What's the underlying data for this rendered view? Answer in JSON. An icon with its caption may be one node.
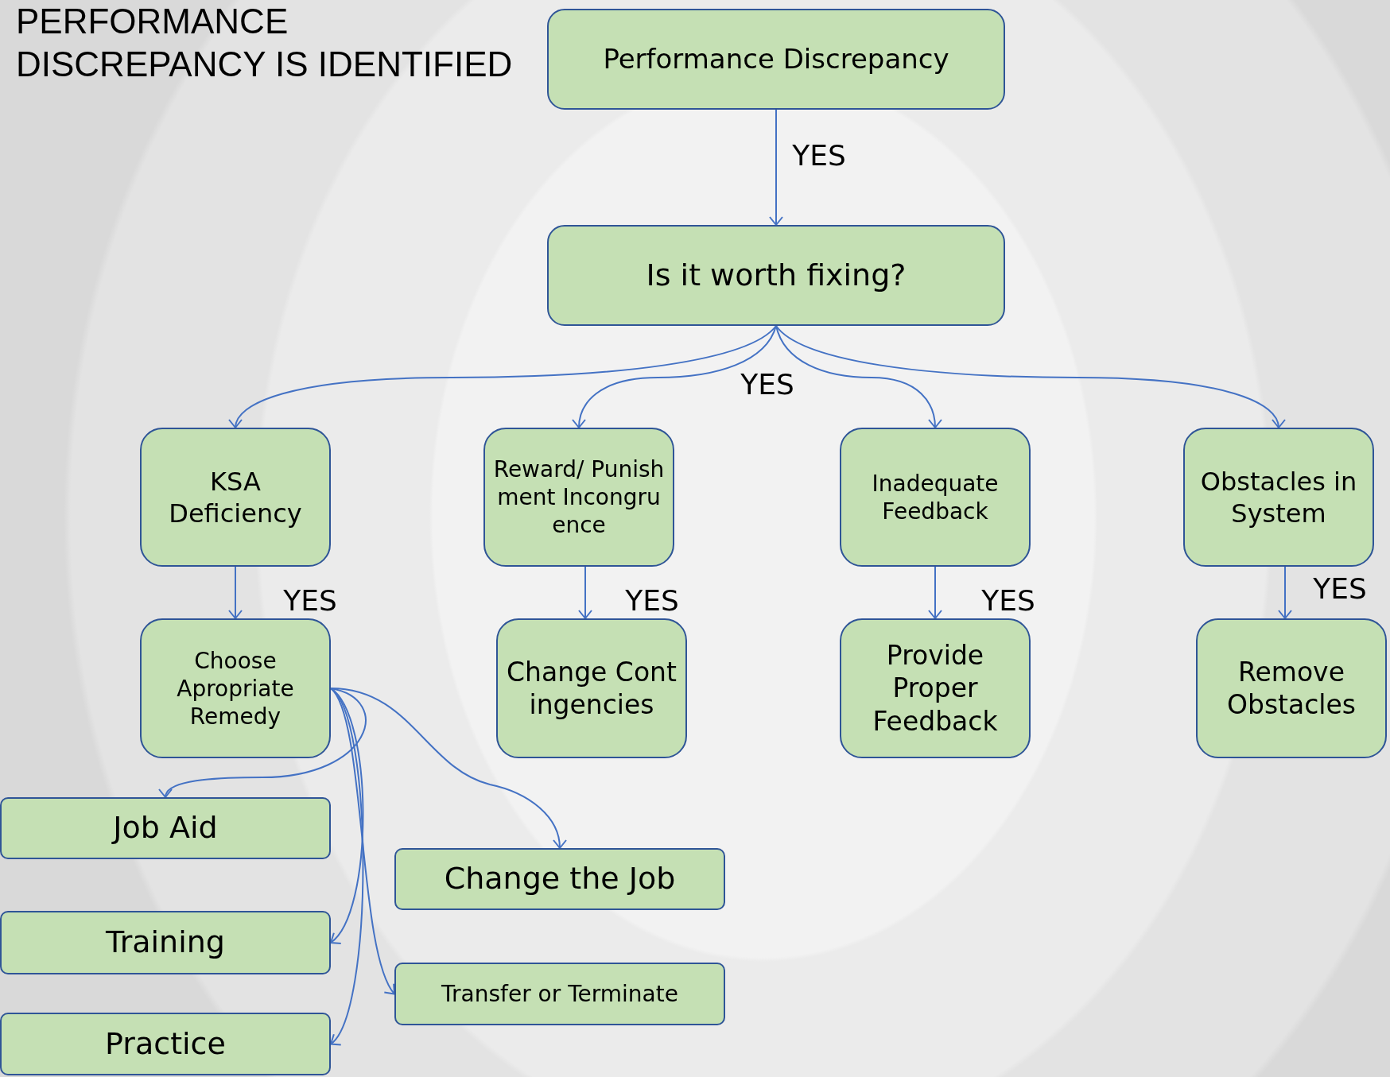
{
  "diagram": {
    "title": "PERFORMANCE DISCREPANCY IS IDENTIFIED",
    "nodes": [
      {
        "text": [
          "Performance Discrepancy"
        ]
      },
      {
        "text": [
          "Is it worth fixing?"
        ]
      },
      {
        "text": [
          "KSA Deficiency"
        ]
      },
      {
        "text": [
          "Reward/ Punishment Incongruence"
        ]
      },
      {
        "text": [
          "Inadequate Feedback"
        ]
      },
      {
        "text": [
          "Obstacles in System"
        ]
      },
      {
        "text": [
          "Choose Apropriate Remedy"
        ]
      },
      {
        "text": [
          "Change Contingencies"
        ]
      },
      {
        "text": [
          "Provide Proper Feedback"
        ]
      },
      {
        "text": [
          "Remove Obstacles"
        ]
      },
      {
        "text": [
          "Job Aid"
        ]
      },
      {
        "text": [
          "Change the Job"
        ]
      },
      {
        "text": [
          "Training"
        ]
      },
      {
        "text": [
          "Transfer or Terminate"
        ]
      },
      {
        "text": [
          "Practice"
        ]
      }
    ],
    "edges": [
      {
        "from": 0,
        "to": 1,
        "arrow": "to",
        "label": "YES"
      },
      {
        "from": 1,
        "to": 2,
        "arrow": "to"
      },
      {
        "from": 1,
        "to": 3,
        "arrow": "to",
        "label": "YES"
      },
      {
        "from": 1,
        "to": 4,
        "arrow": "to"
      },
      {
        "from": 1,
        "to": 5,
        "arrow": "to"
      },
      {
        "from": 2,
        "to": 6,
        "arrow": "to",
        "label": "YES"
      },
      {
        "from": 3,
        "to": 7,
        "arrow": "to",
        "label": "YES"
      },
      {
        "from": 4,
        "to": 8,
        "arrow": "to",
        "label": "YES"
      },
      {
        "from": 5,
        "to": 9,
        "arrow": "to",
        "label": "YES"
      },
      {
        "from": 6,
        "to": 10,
        "arrow": "to"
      },
      {
        "from": 6,
        "to": 11,
        "arrow": "to"
      },
      {
        "from": 6,
        "to": 12,
        "arrow": "to"
      },
      {
        "from": 6,
        "to": 13,
        "arrow": "to"
      },
      {
        "from": 6,
        "to": 14,
        "arrow": "to"
      }
    ]
  }
}
